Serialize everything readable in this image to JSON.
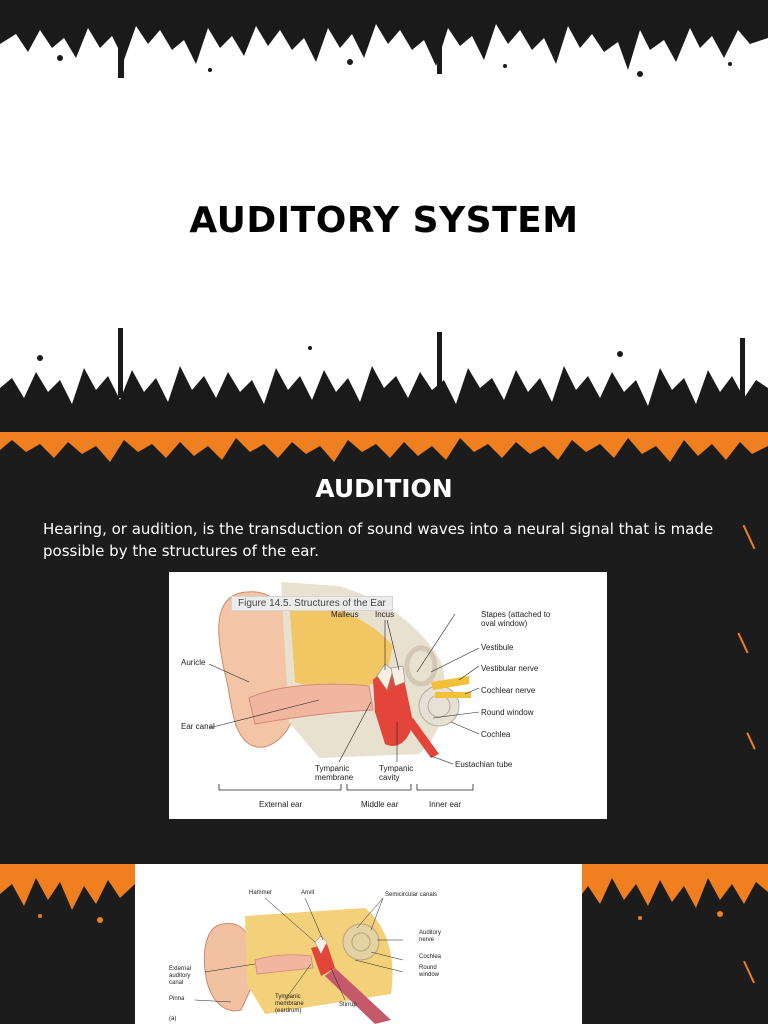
{
  "title_slide": {
    "title": "AUDITORY SYSTEM"
  },
  "audition_slide": {
    "heading": "AUDITION",
    "body": "Hearing, or audition, is the transduction of sound waves into a neural signal that is made possible by the structures of the ear.",
    "figure": {
      "caption": "Figure 14.5. Structures of the Ear",
      "labels": {
        "malleus": "Malleus",
        "incus": "Incus",
        "stapes": "Stapes (attached to oval window)",
        "vestibule": "Vestibule",
        "vestibular_nerve": "Vestibular nerve",
        "cochlear_nerve": "Cochlear nerve",
        "round_window": "Round window",
        "cochlea": "Cochlea",
        "eustachian_tube": "Eustachian tube",
        "auricle": "Auricle",
        "ear_canal": "Ear canal",
        "tympanic_membrane": "Tympanic membrane",
        "tympanic_cavity": "Tympanic cavity",
        "external_ear": "External ear",
        "middle_ear": "Middle ear",
        "inner_ear": "Inner ear"
      }
    }
  },
  "third_slide": {
    "figure": {
      "labels": {
        "hammer": "Hammer",
        "anvil": "Anvil",
        "semicircular_canals": "Semicircular canals",
        "auditory_nerve": "Auditory nerve",
        "cochlea": "Cochlea",
        "round_window": "Round window",
        "external_auditory_canal": "External auditory canal",
        "pinna": "Pinna",
        "tympanic_membrane": "Tympanic membrane (eardrum)",
        "stirrup": "Stirrup",
        "panel_letter": "(a)"
      }
    }
  },
  "colors": {
    "orange": "#f07f1f",
    "dark": "#1c1c1c",
    "white": "#ffffff"
  }
}
